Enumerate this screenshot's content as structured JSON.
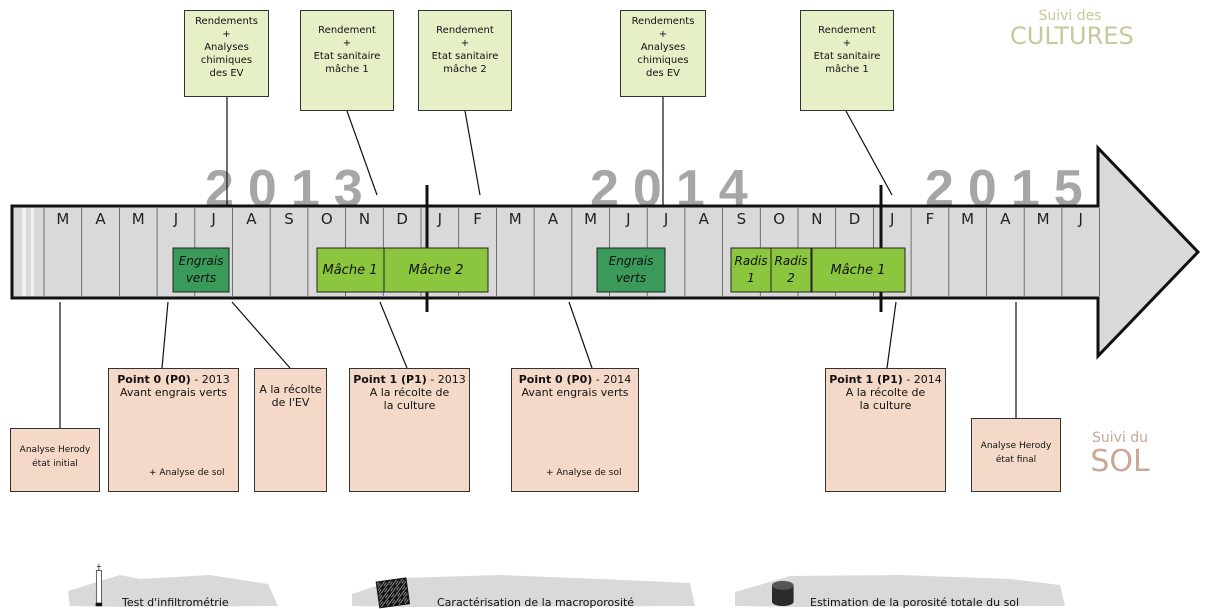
{
  "years": [
    "2013",
    "2014",
    "2015"
  ],
  "months": [
    "M",
    "A",
    "M",
    "J",
    "J",
    "A",
    "S",
    "O",
    "N",
    "D",
    "J",
    "F",
    "M",
    "A",
    "M",
    "J",
    "J",
    "A",
    "S",
    "O",
    "N",
    "D",
    "J",
    "F",
    "M",
    "A",
    "M",
    "J"
  ],
  "crops": [
    {
      "label": "Engrais\nverts",
      "color": "#3a9a5a"
    },
    {
      "label": "Mâche 1",
      "color": "#8cc63e"
    },
    {
      "label": "Mâche 2",
      "color": "#8cc63e"
    },
    {
      "label": "Engrais\nverts",
      "color": "#3a9a5a"
    },
    {
      "label": "Radis\n1",
      "color": "#8cc63e"
    },
    {
      "label": "Radis\n2",
      "color": "#8cc63e"
    },
    {
      "label": "Mâche 1",
      "color": "#8cc63e"
    }
  ],
  "culture_boxes": [
    "Rendements\n+\nAnalyses\nchimiques\ndes EV",
    "Rendement\n+\nEtat sanitaire\nmâche 1",
    "Rendement\n+\nEtat sanitaire\nmâche 2",
    "Rendements\n+\nAnalyses\nchimiques\ndes EV",
    "Rendement\n+\nEtat sanitaire\nmâche 1"
  ],
  "soil_boxes": {
    "herody_initial": "Analyse Herody\nétat initial",
    "p0_2013": {
      "title": "Point 0 (P0)",
      "year": " - 2013",
      "subtitle": "Avant engrais verts",
      "note": "+ Analyse de sol"
    },
    "recolte_ev": "A la récolte\nde l'EV",
    "p1_2013": {
      "title": "Point 1 (P1)",
      "year": " - 2013",
      "subtitle": "A la récolte de\nla culture"
    },
    "p0_2014": {
      "title": "Point 0 (P0)",
      "year": " - 2014",
      "subtitle": "Avant engrais verts",
      "note": "+ Analyse de sol"
    },
    "p1_2014": {
      "title": "Point 1 (P1)",
      "year": " - 2014",
      "subtitle": "A la récolte de\nla culture"
    },
    "herody_final": "Analyse Herody\nétat final"
  },
  "branding": {
    "cultures_small": "Suivi des",
    "cultures_big": "CULTURES",
    "sol_small": "Suivi du",
    "sol_big": "SOL"
  },
  "legend": [
    "Test d'infiltrométrie",
    "Caractérisation de la macroporosité",
    "Estimation de la porosité totale du sol"
  ],
  "colors": {
    "culture_fill": "#e6f0c6",
    "soil_fill": "#f5d9c8",
    "arrow_fill": "#d9d9d9",
    "year_text": "#a6a6a6",
    "cultures_brand": "#c8c89a",
    "sol_brand": "#c9a896"
  }
}
